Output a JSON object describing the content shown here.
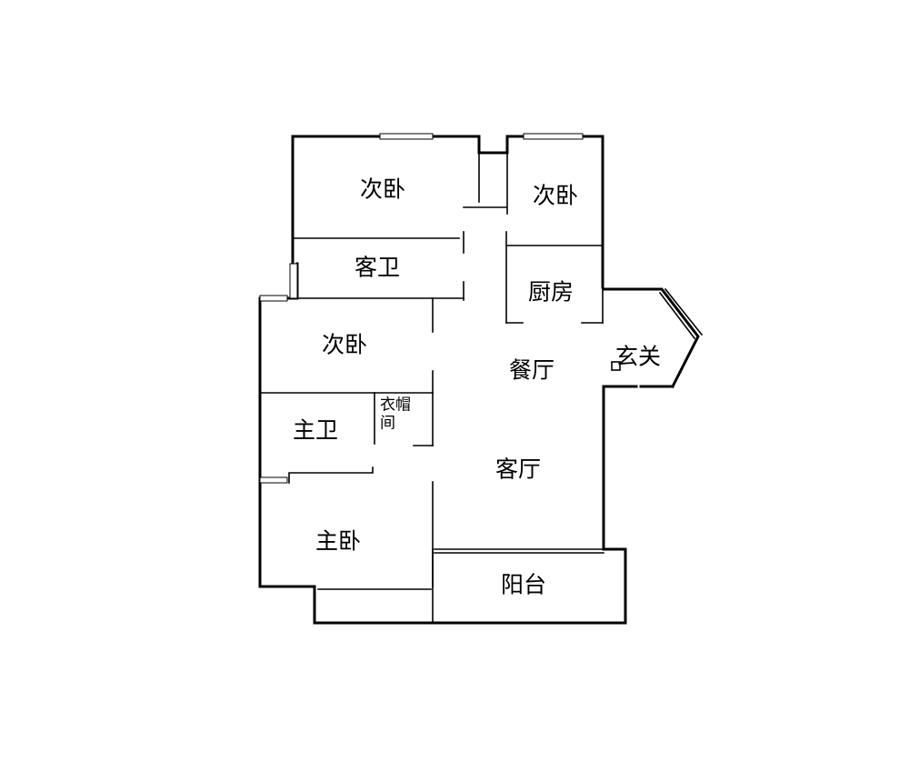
{
  "rooms": {
    "bedroom_top_left": "次卧",
    "bedroom_top_right": "次卧",
    "guest_bath": "客卫",
    "kitchen": "厨房",
    "bedroom_middle_left": "次卧",
    "dining_room": "餐厅",
    "entrance": "玄关",
    "master_bath": "主卫",
    "cloakroom_line1": "衣帽",
    "cloakroom_line2": "间",
    "living_room": "客厅",
    "master_bedroom": "主卧",
    "balcony": "阳台"
  }
}
